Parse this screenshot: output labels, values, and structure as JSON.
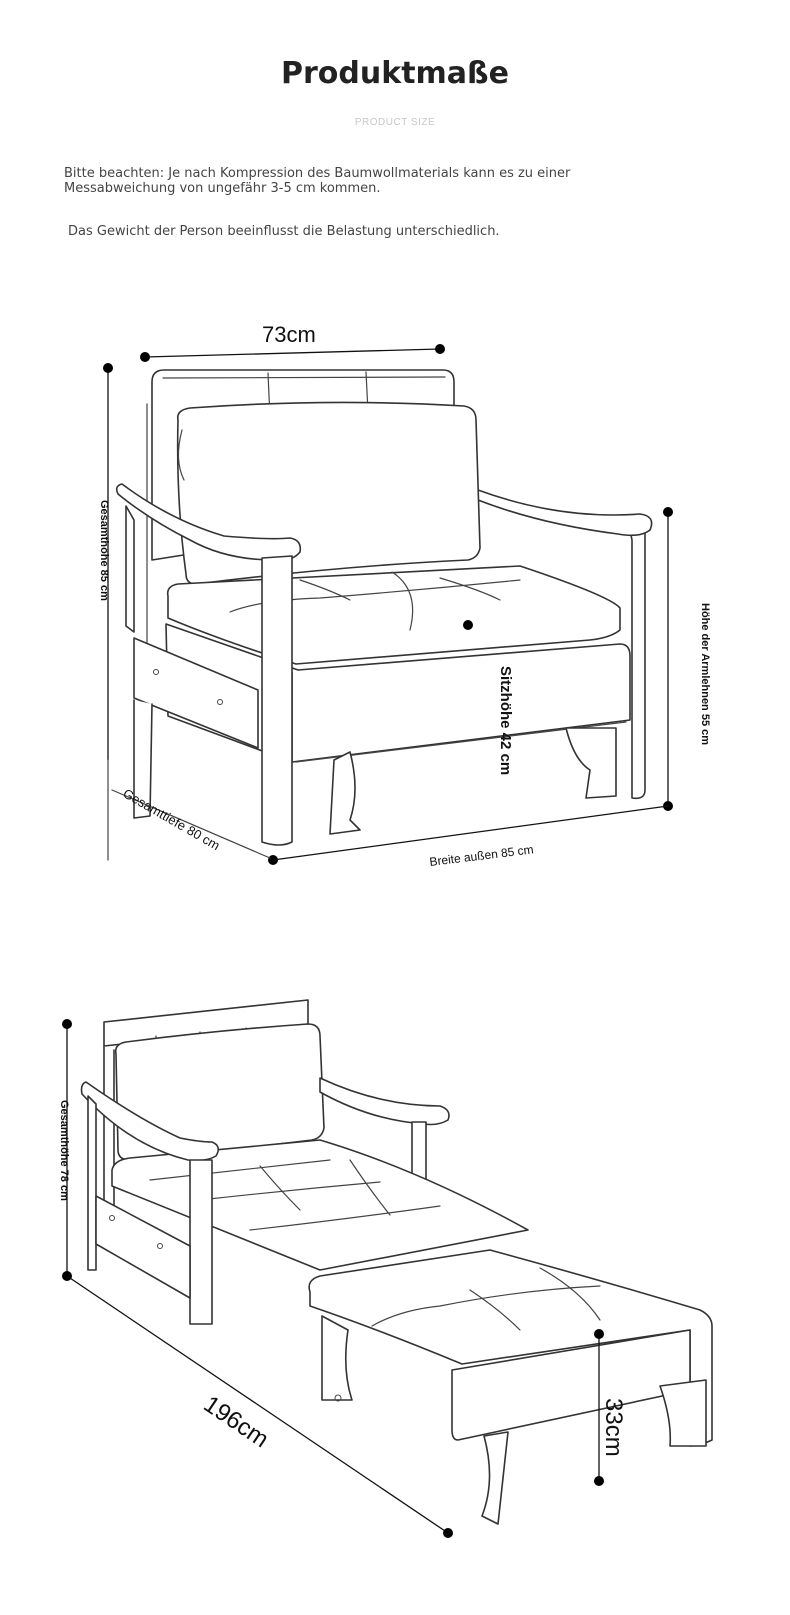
{
  "header": {
    "title": "Produktmaße",
    "subtitle": "PRODUCT SIZE"
  },
  "notes": {
    "line1": "Bitte beachten: Je nach Kompression des Baumwollmaterials kann es zu einer Messabweichung von ungefähr 3-5 cm kommen.",
    "line2": "Das Gewicht der Person beeinflusst die Belastung unterschiedlich."
  },
  "chair_diagram": {
    "width_label": "73cm",
    "total_height_label": "Gesamthöhe 85 cm",
    "armrest_height_label": "Höhe der Armlehnen 55 cm",
    "seat_height_label": "Sitzhöhe 42 cm",
    "total_depth_label": "Gesamttiefe 80 cm",
    "outer_width_label": "Breite außen 85 cm"
  },
  "bed_diagram": {
    "total_height_label": "Gesamthöhe 78 cm",
    "length_label": "196cm",
    "footrest_height_label": "33cm"
  },
  "colors": {
    "text": "#333333",
    "line": "#333333",
    "subtitle": "#c8c8c8"
  }
}
